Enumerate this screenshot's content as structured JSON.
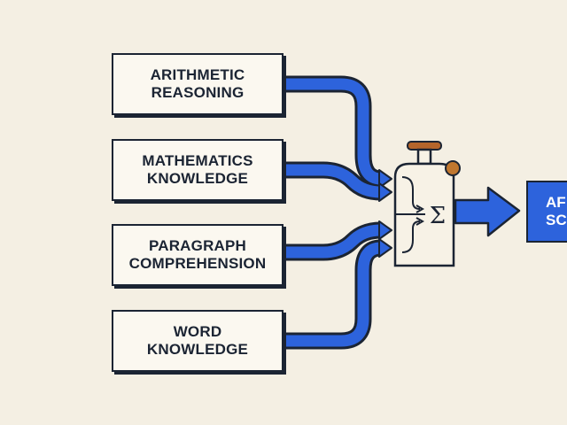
{
  "inputs": [
    {
      "line1": "ARITHMETIC",
      "line2": "REASONING"
    },
    {
      "line1": "MATHEMATICS",
      "line2": "KNOWLEDGE"
    },
    {
      "line1": "PARAGRAPH",
      "line2": "COMPREHENSION"
    },
    {
      "line1": "WORD",
      "line2": "KNOWLEDGE"
    }
  ],
  "operator": {
    "symbol": "Σ"
  },
  "output": {
    "line1": "AF",
    "line2": "SC"
  },
  "colors": {
    "background": "#f4efe3",
    "arrow_blue": "#2d63dc",
    "outline": "#1b2433",
    "knob": "#c0772f"
  }
}
